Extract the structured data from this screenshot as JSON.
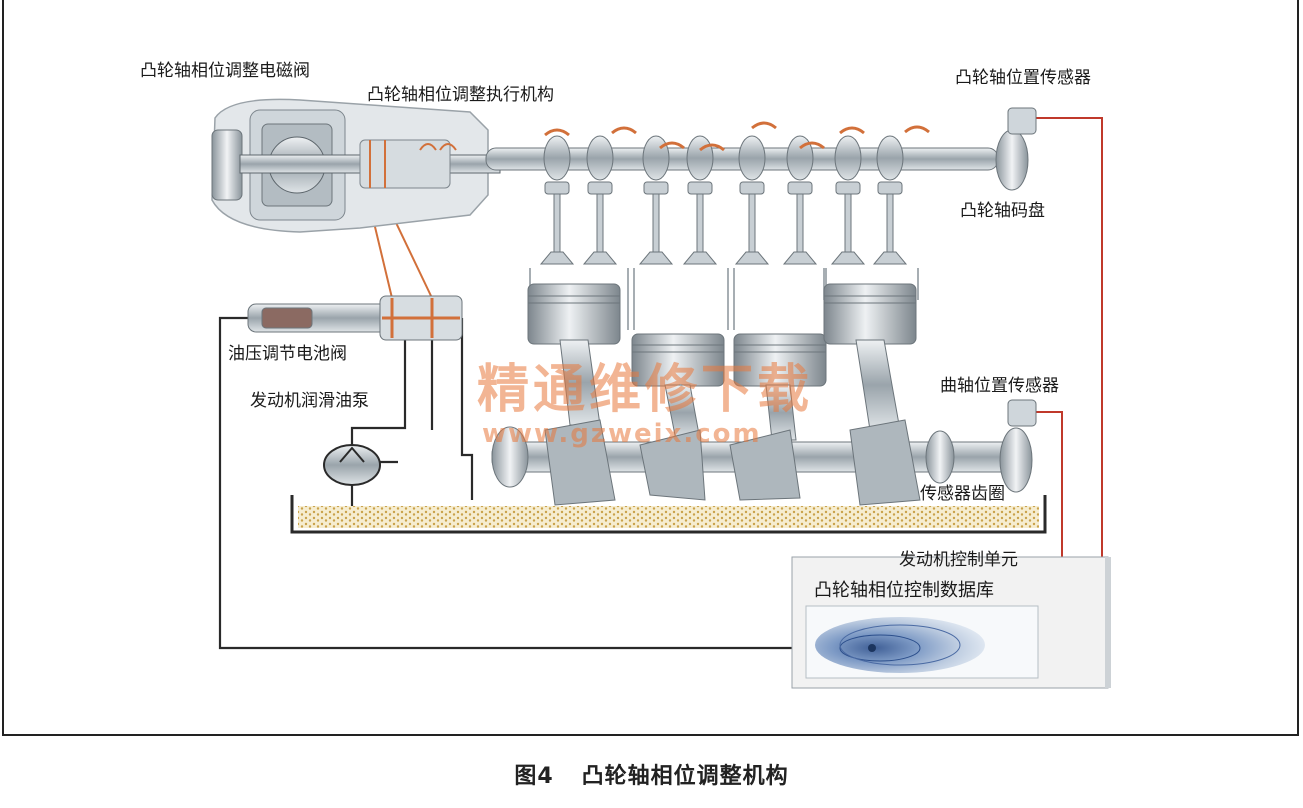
{
  "labels": {
    "solenoid_valve": "凸轮轴相位调整电磁阀",
    "actuator": "凸轮轴相位调整执行机构",
    "cam_position_sensor": "凸轮轴位置传感器",
    "cam_target_wheel": "凸轮轴码盘",
    "oil_pressure_valve": "油压调节电池阀",
    "oil_pump": "发动机润滑油泵",
    "crank_position_sensor": "曲轴位置传感器",
    "sensor_ring": "传感器齿圈",
    "ecu": "发动机控制单元",
    "database": "凸轮轴相位控制数据库"
  },
  "watermark": {
    "main": "精通维修下载",
    "url": "www.gzweix.com"
  },
  "caption": {
    "figure_number": "图4",
    "title": "凸轮轴相位调整机构"
  },
  "colors": {
    "wire": "#2a2a2a",
    "signal_wire": "#c0392b",
    "metal": "#b9c2c8",
    "watermark": "#e8783c"
  }
}
